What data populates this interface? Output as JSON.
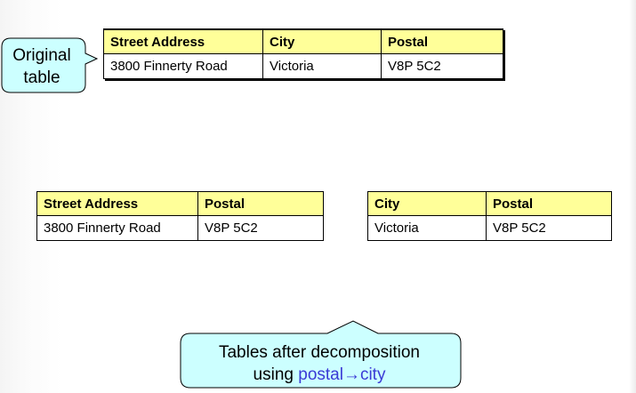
{
  "original_table": {
    "headers": [
      "Street Address",
      "City",
      "Postal"
    ],
    "rows": [
      [
        "3800 Finnerty Road",
        "Victoria",
        "V8P 5C2"
      ]
    ]
  },
  "decomposed_tables": [
    {
      "headers": [
        "Street Address",
        "Postal"
      ],
      "rows": [
        [
          "3800 Finnerty Road",
          "V8P 5C2"
        ]
      ]
    },
    {
      "headers": [
        "City",
        "Postal"
      ],
      "rows": [
        [
          "Victoria",
          "V8P 5C2"
        ]
      ]
    }
  ],
  "callouts": {
    "original": {
      "line1": "Original",
      "line2": "table"
    },
    "decomposition": {
      "line1": "Tables after decomposition",
      "line2_prefix": "using ",
      "fd_left": "postal",
      "fd_arrow": "→",
      "fd_right": "city"
    }
  },
  "colors": {
    "table_header_bg": "#ffff99",
    "callout_fill": "#ccffff",
    "fd_text": "#3a3ad6"
  }
}
